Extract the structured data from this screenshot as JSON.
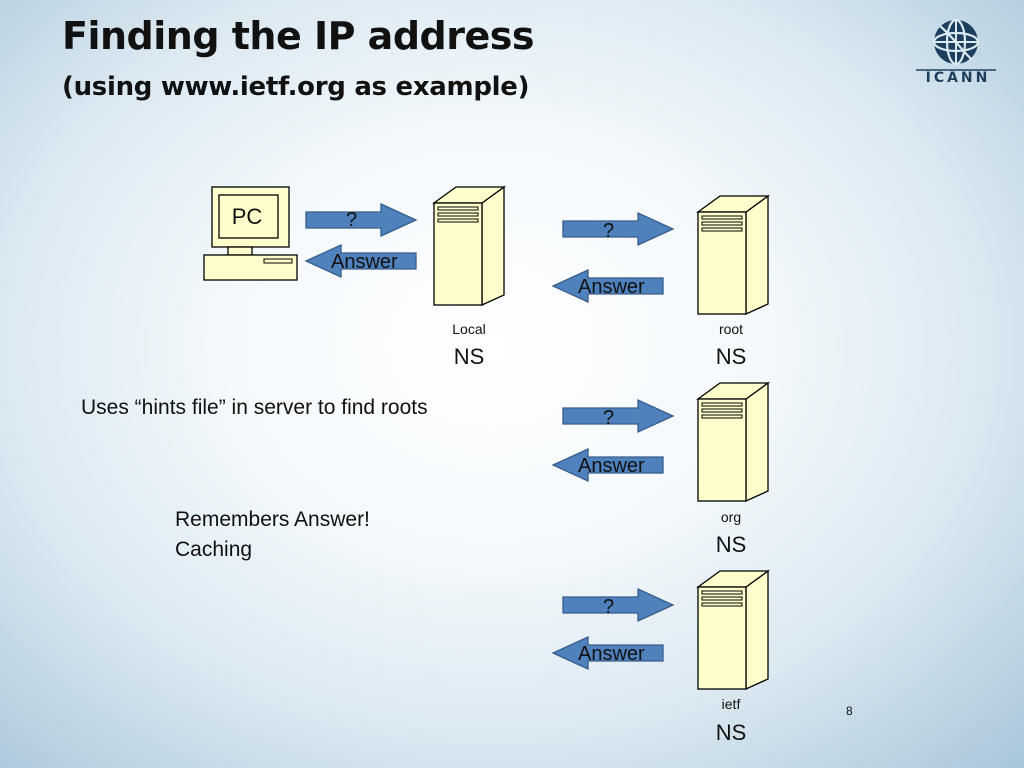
{
  "slide": {
    "title": "Finding the IP address",
    "subtitle": "(using www.ietf.org as example)",
    "logo_text": "ICANN",
    "page_number": "8"
  },
  "pc": {
    "label": "PC"
  },
  "arrows": {
    "question": "?",
    "answer": "Answer"
  },
  "servers": [
    {
      "name": "Local",
      "type": "NS"
    },
    {
      "name": "root",
      "type": "NS"
    },
    {
      "name": "org",
      "type": "NS"
    },
    {
      "name": "ietf",
      "type": "NS"
    }
  ],
  "notes": {
    "hints": "Uses “hints file” in server to find roots",
    "remembers": "Remembers Answer!",
    "caching": "Caching"
  },
  "colors": {
    "arrow_fill": "#4f81bd",
    "arrow_stroke": "#385d8a",
    "device_fill": "#ffffcc",
    "logo": "#1d3f5e"
  }
}
